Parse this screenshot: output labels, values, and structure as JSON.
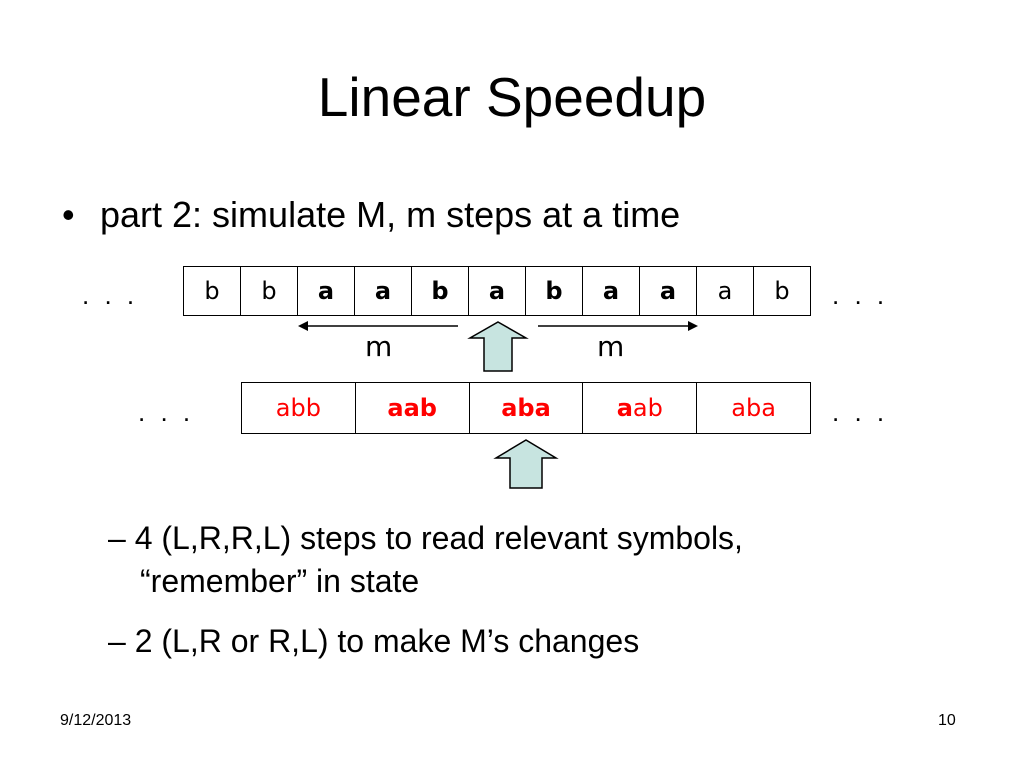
{
  "slide": {
    "title": "Linear Speedup",
    "bullet_marker": "•",
    "bullet": "part 2: simulate M, m steps at a time",
    "tape1": {
      "ellipsis_left": ". . .",
      "ellipsis_right": ". . .",
      "cells": [
        {
          "text": "b",
          "bold": false
        },
        {
          "text": "b",
          "bold": false
        },
        {
          "text": "a",
          "bold": true
        },
        {
          "text": "a",
          "bold": true
        },
        {
          "text": "b",
          "bold": true
        },
        {
          "text": "a",
          "bold": true
        },
        {
          "text": "b",
          "bold": true
        },
        {
          "text": "a",
          "bold": true
        },
        {
          "text": "a",
          "bold": true
        },
        {
          "text": "a",
          "bold": false
        },
        {
          "text": "b",
          "bold": false
        }
      ]
    },
    "arrow_labels": {
      "left": "m",
      "right": "m"
    },
    "tape2": {
      "ellipsis_left": ". . .",
      "ellipsis_right": ". . .",
      "cells": [
        {
          "bold_part": "",
          "normal_part": "abb"
        },
        {
          "bold_part": "aab",
          "normal_part": ""
        },
        {
          "bold_part": "aba",
          "normal_part": ""
        },
        {
          "bold_part": "a",
          "normal_part": "ab"
        },
        {
          "bold_part": "",
          "normal_part": "aba"
        }
      ],
      "text_color": "#ff0000"
    },
    "head_arrow_color": "#c7e4e0",
    "subbullets": [
      {
        "line1": "– 4 (L,R,R,L) steps to read relevant symbols,",
        "line2": "“remember” in state"
      },
      {
        "line1": "– 2 (L,R or R,L) to make M’s changes"
      }
    ],
    "footer": {
      "date": "9/12/2013",
      "page": "10"
    }
  }
}
